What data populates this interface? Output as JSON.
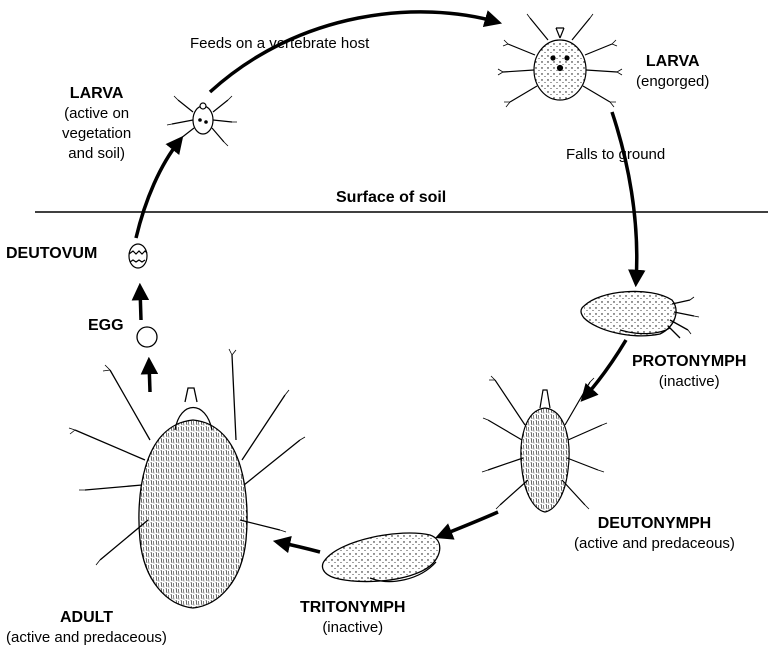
{
  "diagram": {
    "surface_label": "Surface of soil",
    "edges": {
      "larva_to_engorged": "Feeds on a vertebrate host",
      "engorged_to_ground": "Falls to ground"
    },
    "stages": {
      "larva": {
        "name": "LARVA",
        "desc1": "(active on",
        "desc2": "vegetation",
        "desc3": "and soil)"
      },
      "larva_engorged": {
        "name": "LARVA",
        "desc": "(engorged)"
      },
      "protonymph": {
        "name": "PROTONYMPH",
        "desc": "(inactive)"
      },
      "deutonymph": {
        "name": "DEUTONYMPH",
        "desc": "(active and predaceous)"
      },
      "tritonymph": {
        "name": "TRITONYMPH",
        "desc": "(inactive)"
      },
      "adult": {
        "name": "ADULT",
        "desc": "(active and predaceous)"
      },
      "egg": {
        "name": "EGG"
      },
      "deutovum": {
        "name": "DEUTOVUM"
      }
    }
  },
  "colors": {
    "ink": "#000000",
    "background": "#ffffff"
  }
}
